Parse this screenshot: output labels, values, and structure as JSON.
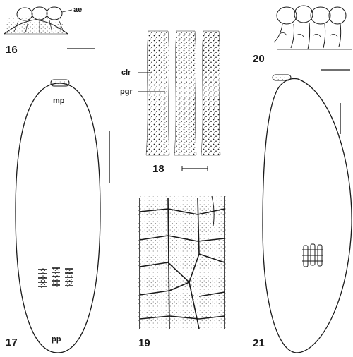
{
  "plate": {
    "figure_numbers": {
      "f16": "16",
      "f17": "17",
      "f18": "18",
      "f19": "19",
      "f20": "20",
      "f21": "21"
    },
    "abbreviations": {
      "ae": "ae",
      "mp": "mp",
      "pp": "pp",
      "clr": "clr",
      "pgr": "pgr"
    }
  },
  "colors": {
    "ink": "#1a1a1a",
    "background": "#ffffff"
  }
}
